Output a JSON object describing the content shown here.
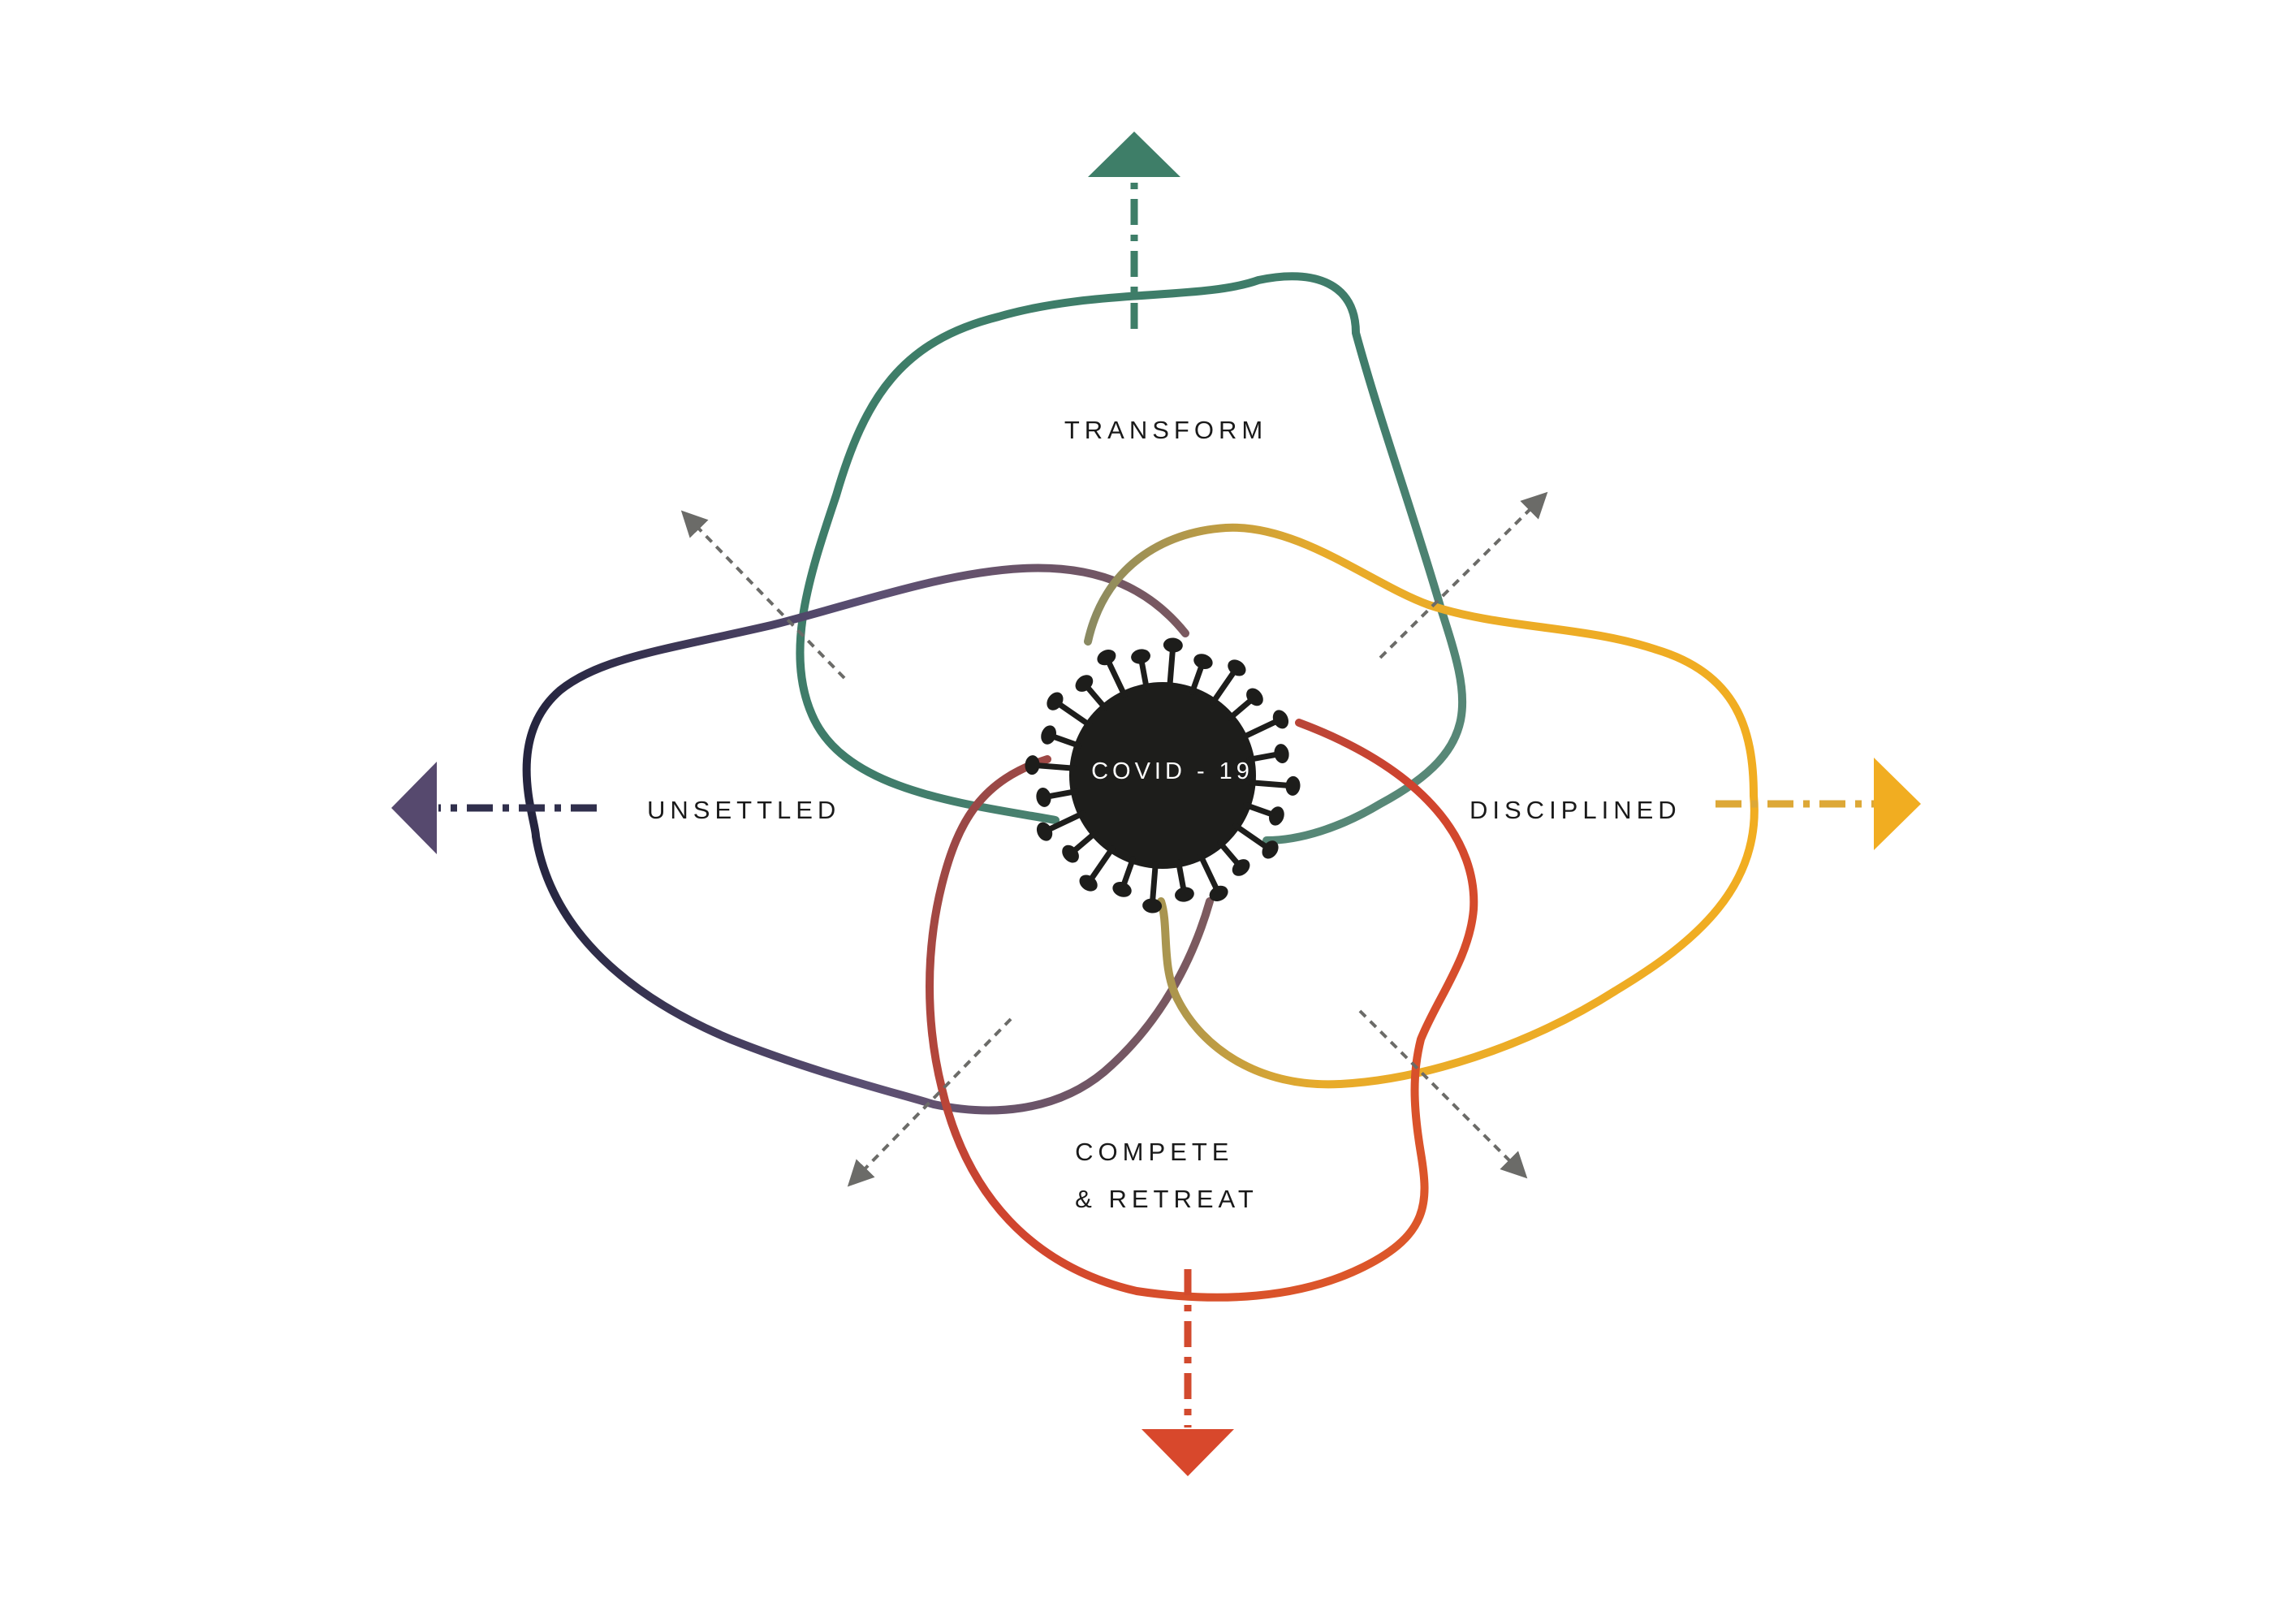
{
  "center_label": "COVID - 19",
  "scenarios": {
    "transform": "TRANSFORM",
    "unsettled": "UNSETTLED",
    "disciplined": "DISCIPLINED",
    "compete_retreat": [
      "COMPETE",
      "& RETREAT"
    ]
  },
  "colors": {
    "transform": "#3e7e68",
    "unsettled": "#3a3556",
    "disciplined": "#f0ac22",
    "compete_retreat": "#d8482c",
    "virus": "#1d1d1b",
    "diagonal_arrows": "#6b6b68"
  }
}
